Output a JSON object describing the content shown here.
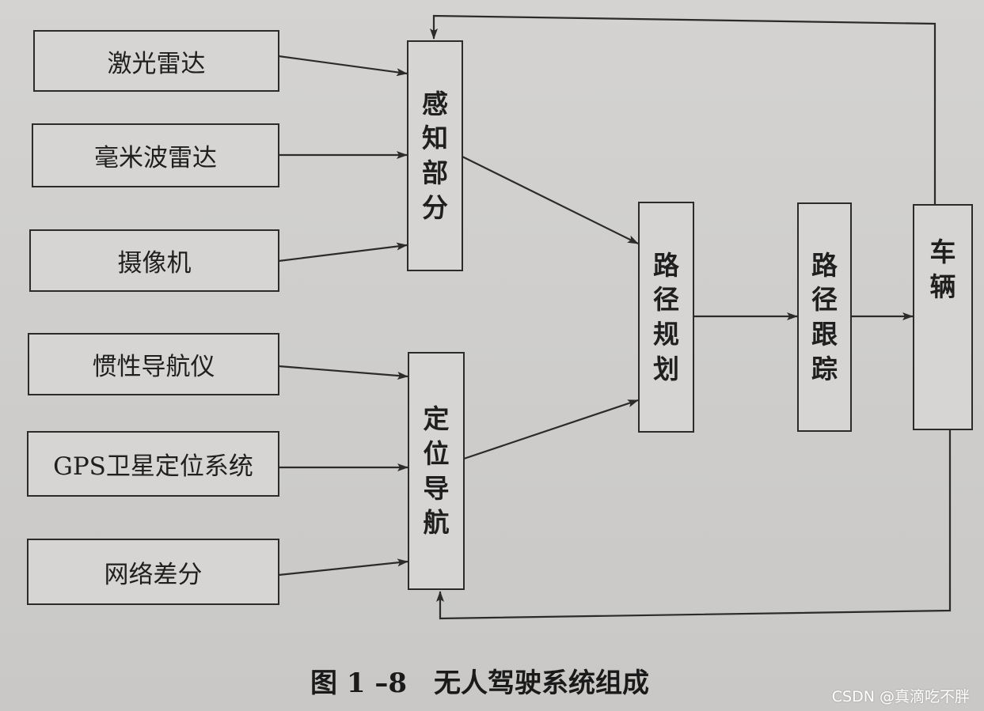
{
  "sensors": {
    "lidar": "激光雷达",
    "mmwave_radar": "毫米波雷达",
    "camera": "摄像机",
    "ins": "惯性导航仪",
    "gps": "GPS卫星定位系统",
    "network_diff": "网络差分"
  },
  "modules": {
    "perception": "感知部分",
    "localization": "定位导航",
    "path_planning": "路径规划",
    "path_tracking": "路径跟踪",
    "vehicle": "车辆"
  },
  "caption": "图 1 –8　无人驾驶系统组成",
  "watermark": "CSDN @真滴吃不胖",
  "colors": {
    "background": "#cfcecc",
    "line": "#2b2b2b",
    "text": "#1f1f1f",
    "watermark": "#ffffff"
  }
}
